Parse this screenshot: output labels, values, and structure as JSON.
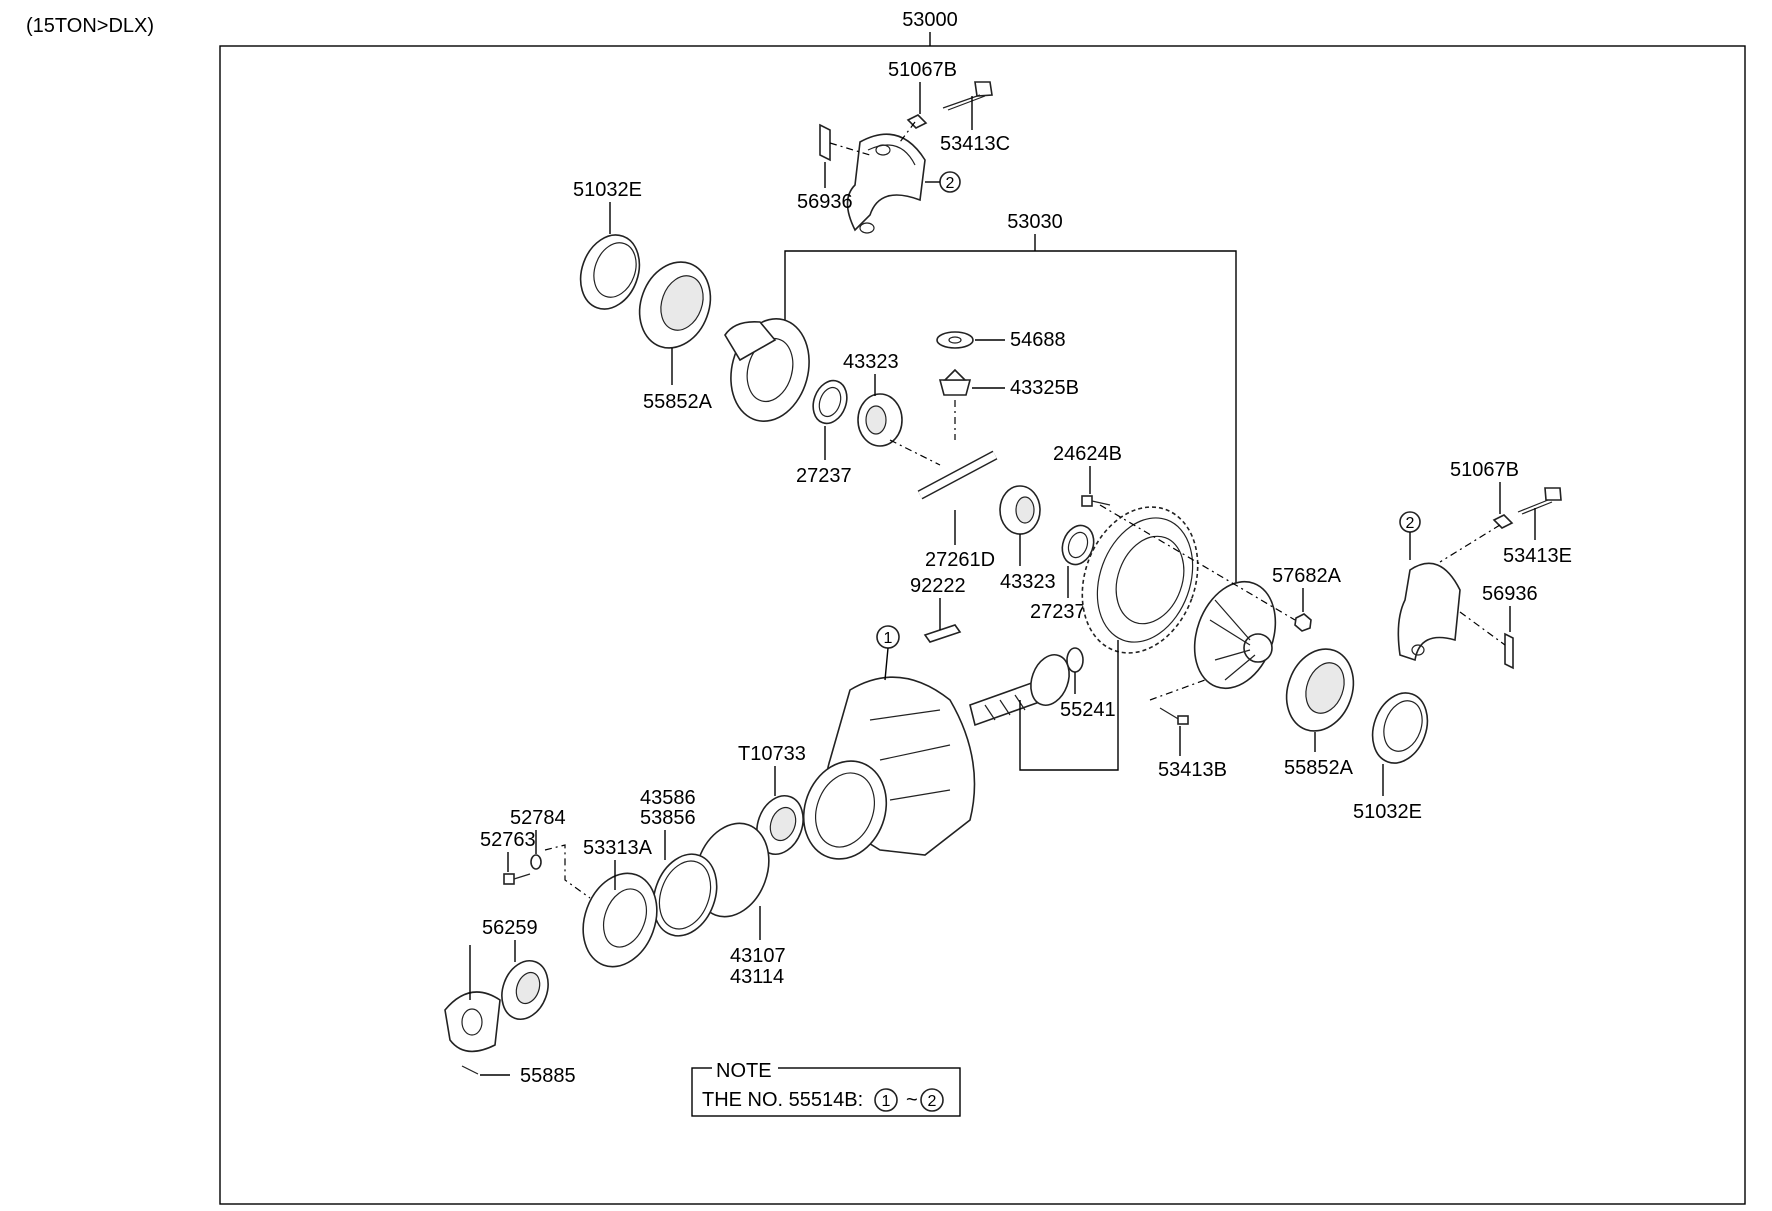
{
  "header": {
    "variant": "(15TON>DLX)"
  },
  "assembly": {
    "main": "53000",
    "sub": "53030"
  },
  "labels": {
    "p51067B_a": "51067B",
    "p53413C": "53413C",
    "p56936_a": "56936",
    "p51032E_a": "51032E",
    "p55852A_a": "55852A",
    "p54688": "54688",
    "p43323_a": "43323",
    "p43325B": "43325B",
    "p27237_a": "27237",
    "p24624B": "24624B",
    "p27261D": "27261D",
    "p43323_b": "43323",
    "p27237_b": "27237",
    "p92222": "92222",
    "p57682A": "57682A",
    "p51067B_b": "51067B",
    "p53413E": "53413E",
    "p56936_b": "56936",
    "p55241": "55241",
    "p53413B": "53413B",
    "p55852A_b": "55852A",
    "p51032E_b": "51032E",
    "pT10733": "T10733",
    "p43586": "43586",
    "p53856": "53856",
    "p52784": "52784",
    "p52763": "52763",
    "p53313A": "53313A",
    "p56259": "56259",
    "p43107": "43107",
    "p43114": "43114",
    "p55885": "55885"
  },
  "callouts": {
    "one": "1",
    "two": "2"
  },
  "note": {
    "title": "NOTE",
    "text": "THE NO. 55514B:",
    "from": "1",
    "sep": "~",
    "to": "2"
  }
}
